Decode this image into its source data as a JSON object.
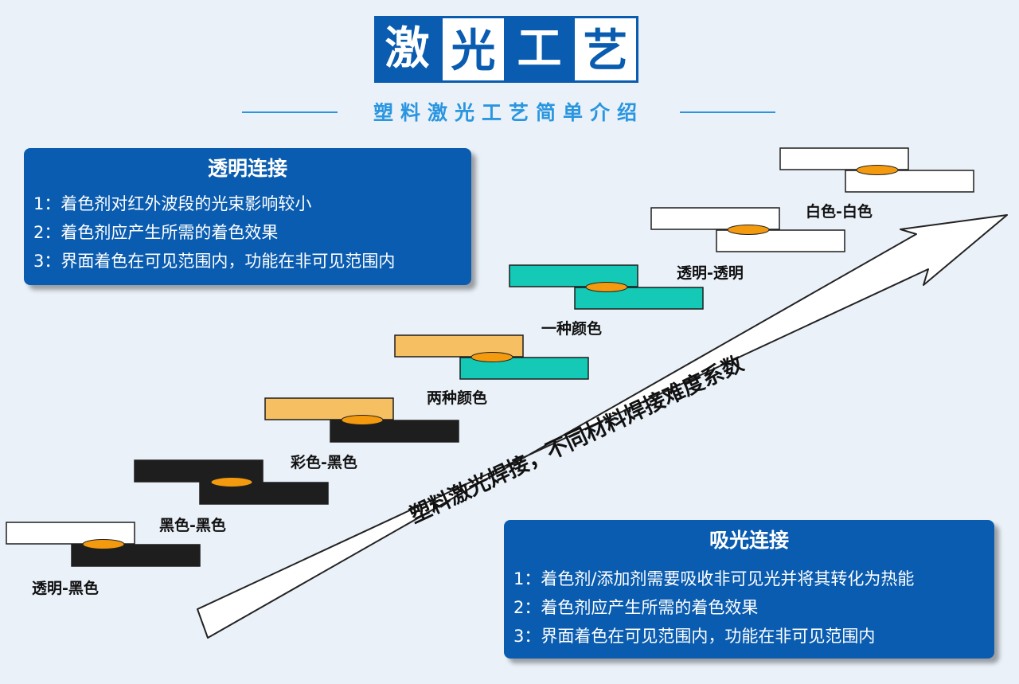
{
  "title": {
    "chars": [
      "激",
      "光",
      "工",
      "艺"
    ]
  },
  "subtitle": "塑料激光工艺简单介绍",
  "panels": {
    "transparent": {
      "heading": "透明连接",
      "items": [
        "1：着色剂对红外波段的光束影响较小",
        "2：着色剂应产生所需的着色效果",
        "3：界面着色在可见范围内，功能在非可见范围内"
      ]
    },
    "absorb": {
      "heading": "吸光连接",
      "items": [
        "1：着色剂/添加剂需要吸收非可见光并将其转化为热能",
        "2：着色剂应产生所需的着色效果",
        "3：界面着色在可见范围内，功能在非可见范围内"
      ]
    }
  },
  "arrow_label": "塑料激光焊接，不同材料焊接难度系数",
  "steps": [
    {
      "label": "透明-黑色",
      "top_fill": "#ffffff",
      "bottom_fill": "#1e1e1e"
    },
    {
      "label": "黑色-黑色",
      "top_fill": "#1e1e1e",
      "bottom_fill": "#1e1e1e"
    },
    {
      "label": "彩色-黑色",
      "top_fill": "#f5bf62",
      "bottom_fill": "#1e1e1e"
    },
    {
      "label": "两种颜色",
      "top_fill": "#f5bf62",
      "bottom_fill": "#14c9b5"
    },
    {
      "label": "一种颜色",
      "top_fill": "#14c9b5",
      "bottom_fill": "#14c9b5"
    },
    {
      "label": "透明-透明",
      "top_fill": "#ffffff",
      "bottom_fill": "#ffffff"
    },
    {
      "label": "白色-白色",
      "top_fill": "#ffffff",
      "bottom_fill": "#ffffff"
    }
  ],
  "colors": {
    "brand_blue": "#0a5cb0",
    "accent_blue": "#2a96e0",
    "weld": "#f39a0e",
    "background": "#eaf1f9"
  }
}
